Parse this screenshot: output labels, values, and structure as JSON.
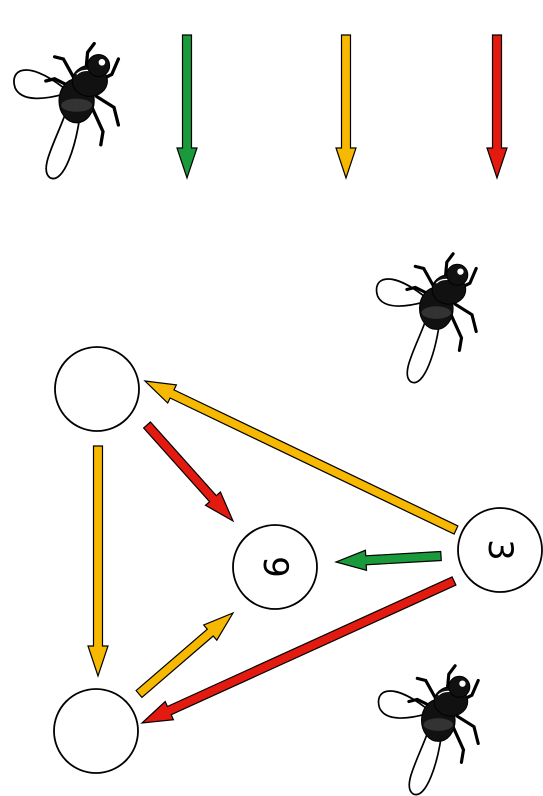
{
  "colors": {
    "green": "#1a9a3a",
    "orange": "#f6b800",
    "red": "#e31a10",
    "stroke": "#000000",
    "background": "#ffffff"
  },
  "legend": [
    {
      "icon": "fly-icon"
    },
    {
      "color": "green"
    },
    {
      "color": "orange"
    },
    {
      "color": "red"
    }
  ],
  "nodes": {
    "top_left": {
      "label": ""
    },
    "bottom_left": {
      "label": ""
    },
    "center": {
      "label": "9"
    },
    "right": {
      "label": "3"
    }
  },
  "edges": [
    {
      "from": "right",
      "to": "top_left",
      "color": "orange"
    },
    {
      "from": "top_left",
      "to": "center",
      "color": "red"
    },
    {
      "from": "right",
      "to": "center",
      "color": "green"
    },
    {
      "from": "top_left",
      "to": "bottom_left",
      "color": "orange"
    },
    {
      "from": "bottom_left",
      "to": "center",
      "color": "orange"
    },
    {
      "from": "right",
      "to": "bottom_left",
      "color": "red"
    }
  ],
  "decorations": [
    "fly-icon",
    "fly-icon"
  ]
}
